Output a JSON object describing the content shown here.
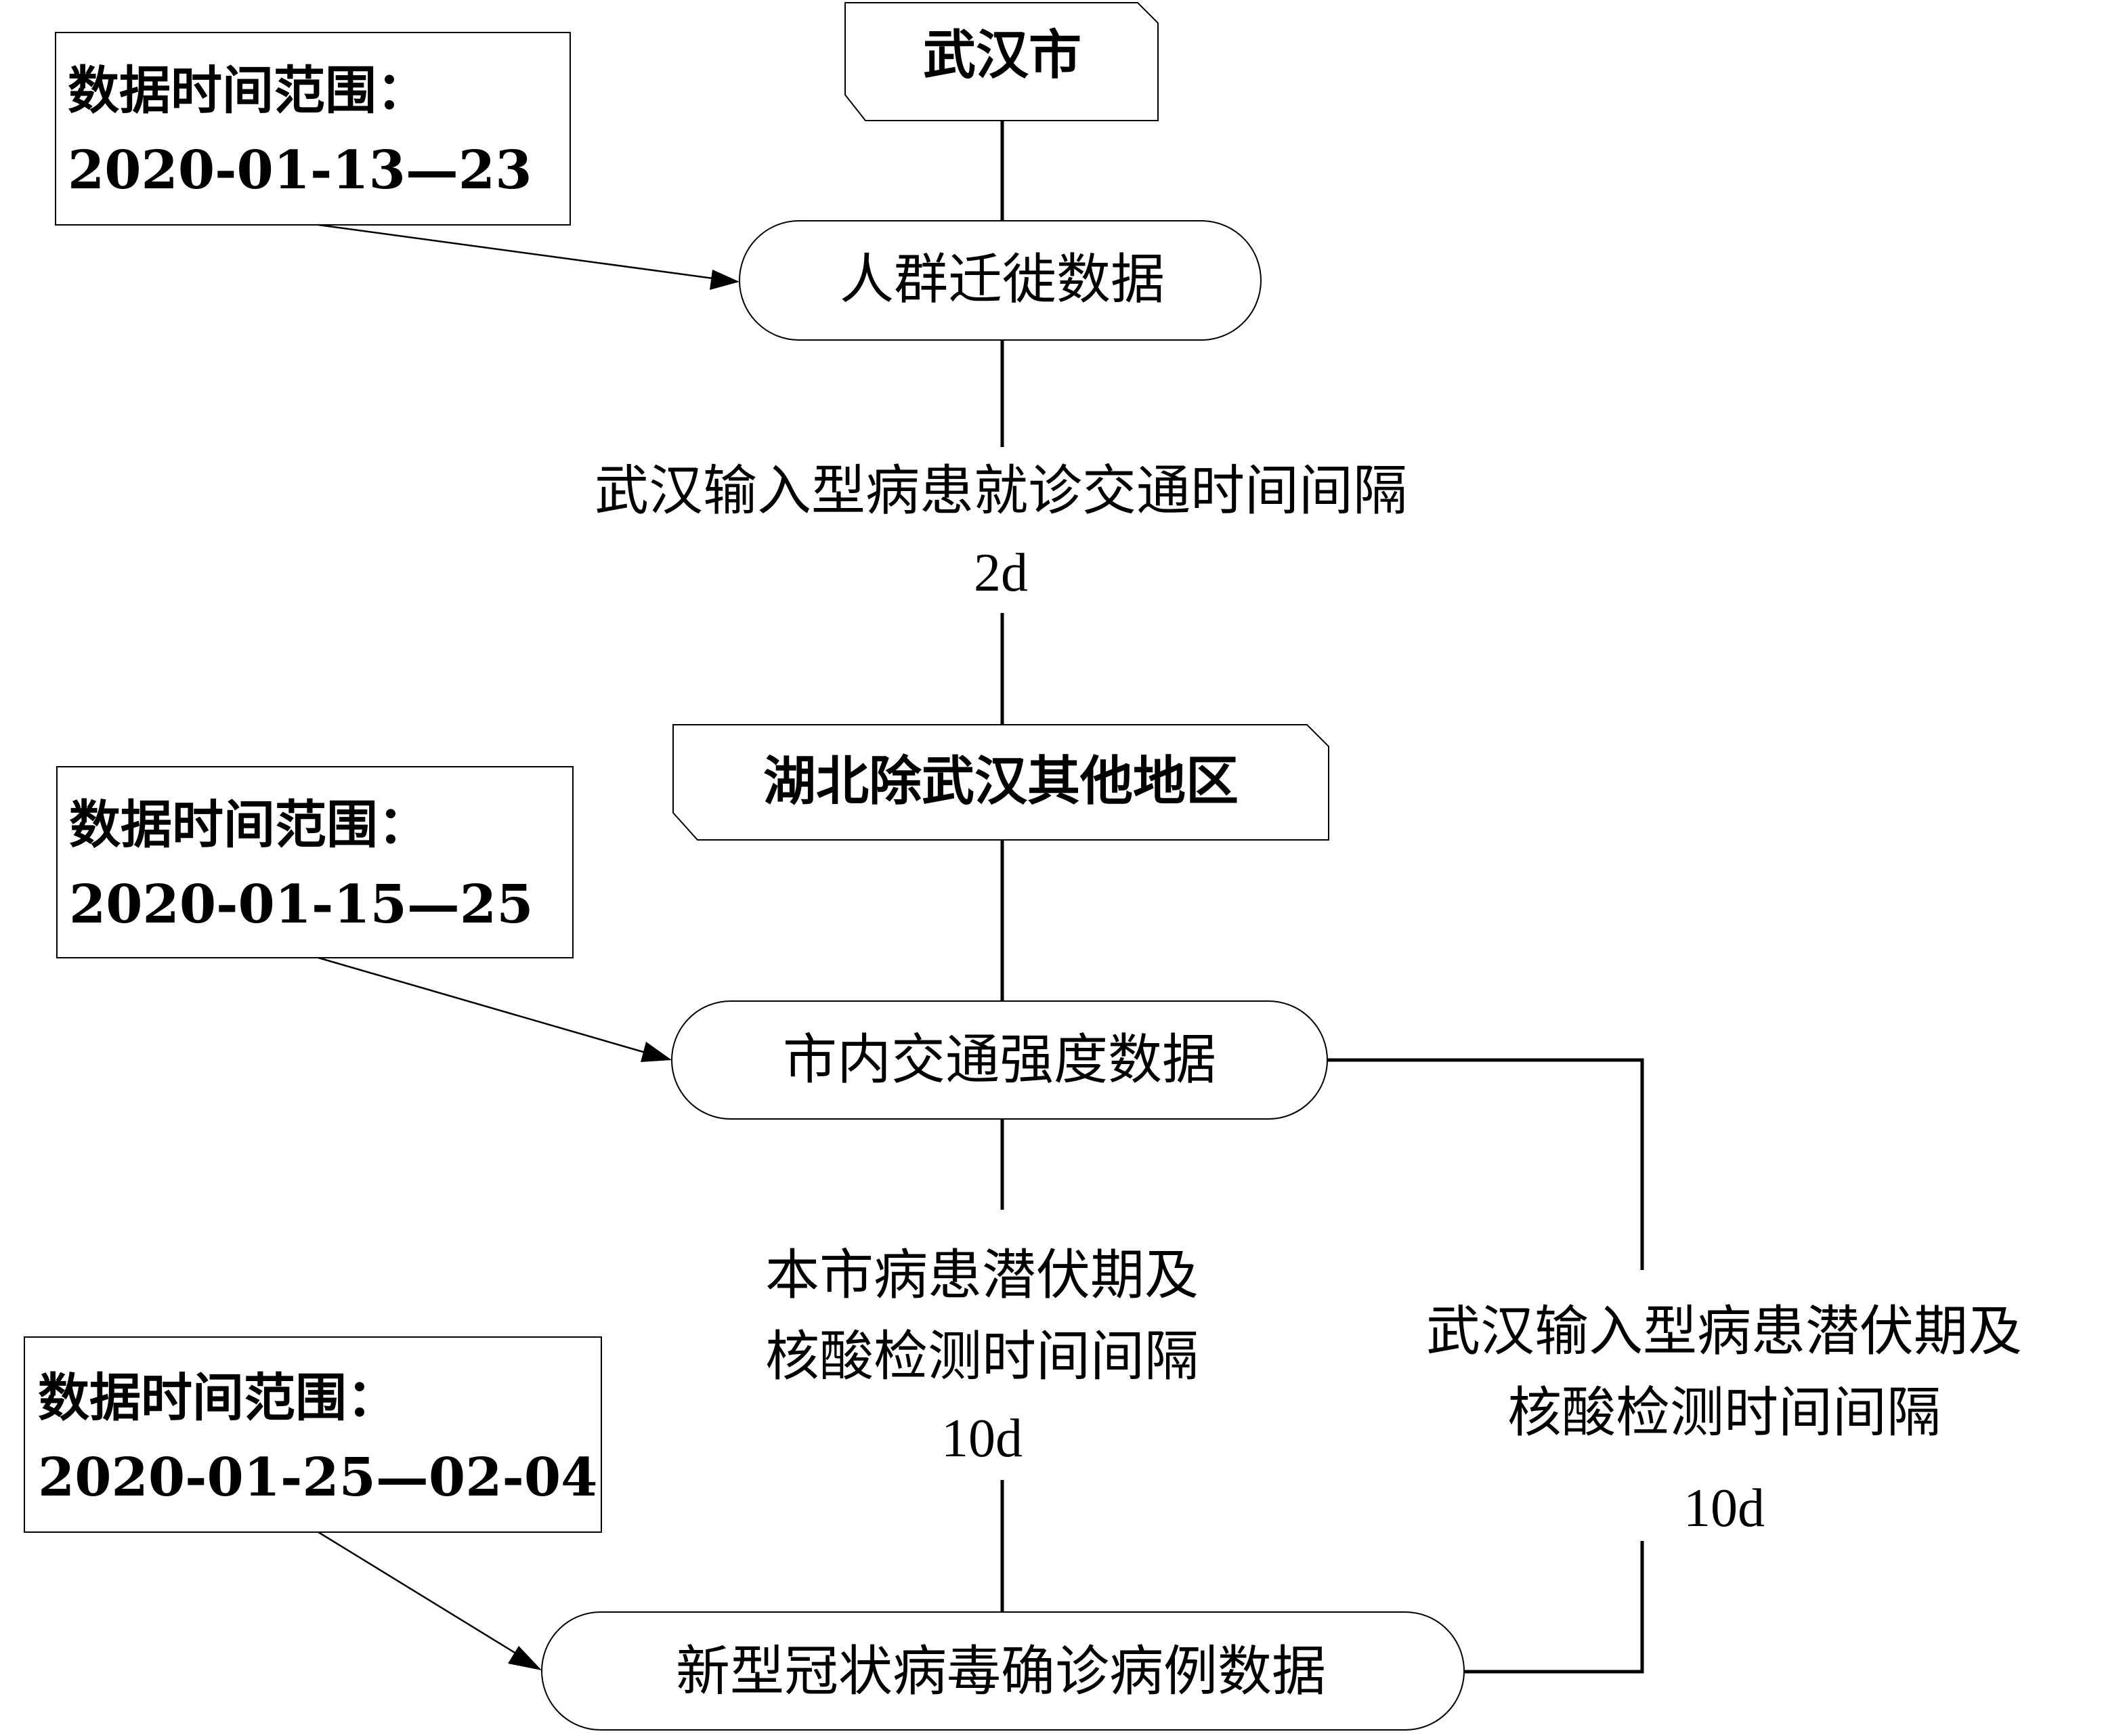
{
  "nodes": {
    "wuhan": "武汉市",
    "migration": "人群迁徙数据",
    "hubei_other": "湖北除武汉其他地区",
    "traffic": "市内交通强度数据",
    "cases": "新型冠状病毒确诊病例数据"
  },
  "notes": [
    {
      "label": "数据时间范围：",
      "range": "2020-01-13—23"
    },
    {
      "label": "数据时间范围：",
      "range": "2020-01-15—25"
    },
    {
      "label": "数据时间范围：",
      "range": "2020-01-25—02-04"
    }
  ],
  "intervals": {
    "wuhan_imported": {
      "line1": "武汉输入型病患就诊交通时间间隔",
      "value": "2d"
    },
    "local": {
      "line1": "本市病患潜伏期及",
      "line2": "核酸检测时间间隔",
      "value": "10d"
    },
    "imported_incubation": {
      "line1": "武汉输入型病患潜伏期及",
      "line2": "核酸检测时间间隔",
      "value": "10d"
    }
  }
}
